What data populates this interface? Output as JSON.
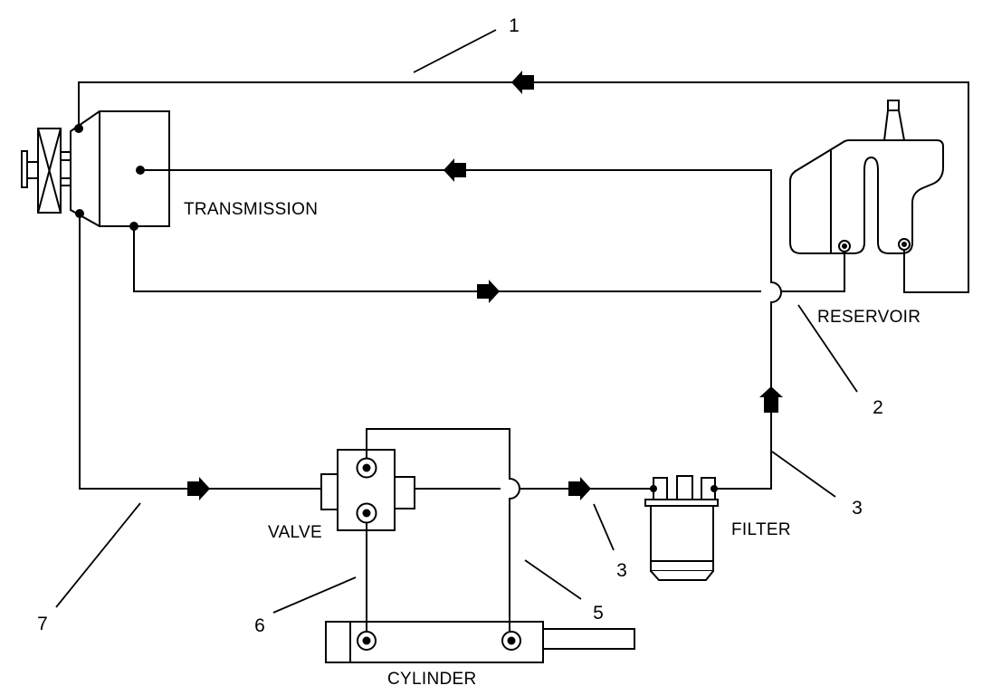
{
  "diagram": {
    "kind": "hydraulic-circuit-schematic",
    "background_color": "#ffffff",
    "line_color": "#000000",
    "components": {
      "transmission": {
        "label": "TRANSMISSION"
      },
      "reservoir": {
        "label": "RESERVOIR"
      },
      "valve": {
        "label": "VALVE"
      },
      "filter": {
        "label": "FILTER"
      },
      "cylinder": {
        "label": "CYLINDER"
      }
    },
    "callouts": {
      "c1": {
        "text": "1"
      },
      "c2": {
        "text": "2"
      },
      "c3_upper": {
        "text": "3"
      },
      "c3_lower": {
        "text": "3"
      },
      "c5": {
        "text": "5"
      },
      "c6": {
        "text": "6"
      },
      "c7": {
        "text": "7"
      }
    },
    "flow_arrows": [
      {
        "name": "top-return-to-transmission",
        "direction": "left"
      },
      {
        "name": "middle-line-to-transmission",
        "direction": "left"
      },
      {
        "name": "lower-return-to-reservoir",
        "direction": "right"
      },
      {
        "name": "feed-to-valve",
        "direction": "right"
      },
      {
        "name": "valve-to-filter",
        "direction": "right"
      },
      {
        "name": "filter-riser",
        "direction": "up"
      }
    ]
  }
}
